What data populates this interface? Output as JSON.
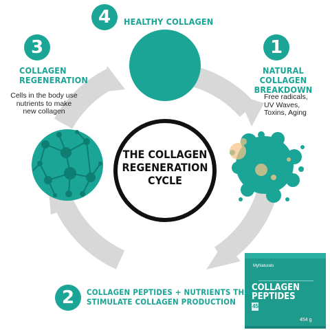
{
  "center": {
    "title_lines": [
      "THE COLLAGEN",
      "REGENERATION",
      "CYCLE"
    ]
  },
  "steps": [
    {
      "number": "1",
      "title_lines": [
        "NATURAL COLLAGEN",
        "BREAKDOWN"
      ],
      "description_lines": [
        "Free radicals,",
        "UV Waves,",
        "Toxins, Aging"
      ]
    },
    {
      "number": "2",
      "title_lines": [
        "COLLAGEN PEPTIDES + NUTRIENTS THAT",
        "STIMULATE COLLAGEN PRODUCTION"
      ]
    },
    {
      "number": "3",
      "title_lines": [
        "COLLAGEN",
        "REGENERATION"
      ],
      "description_lines": [
        "Cells in the body use",
        "nutrients to make",
        "new collagen"
      ]
    },
    {
      "number": "4",
      "title_lines": [
        "HEALTHY COLLAGEN"
      ]
    }
  ],
  "product": {
    "brand": "MyNaturals",
    "line1": "COLLAGEN",
    "line2": "PEPTIDES",
    "servings": "45",
    "weight": "454 g"
  },
  "colors": {
    "teal": "#1aa596",
    "arrow_gray": "#d6d6d6",
    "center_ring": "#111111"
  }
}
